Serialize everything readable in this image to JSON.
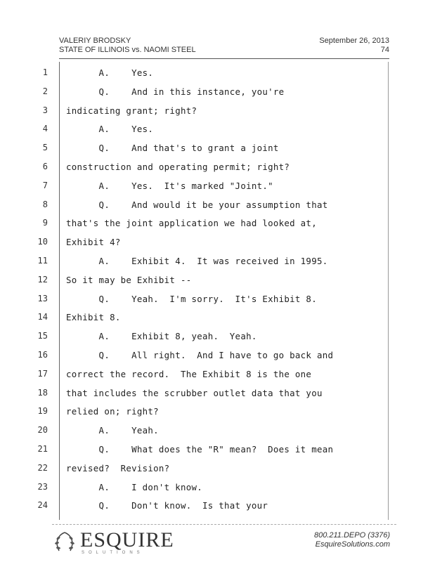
{
  "header": {
    "witness": "VALERIY BRODSKY",
    "case": "STATE OF ILLINOIS vs. NAOMI STEEL",
    "date": "September 26, 2013",
    "page": "74"
  },
  "lines": [
    {
      "num": "1",
      "text": "      A.    Yes."
    },
    {
      "num": "2",
      "text": "      Q.    And in this instance, you're"
    },
    {
      "num": "3",
      "text": "indicating grant; right?"
    },
    {
      "num": "4",
      "text": "      A.    Yes."
    },
    {
      "num": "5",
      "text": "      Q.    And that's to grant a joint"
    },
    {
      "num": "6",
      "text": "construction and operating permit; right?"
    },
    {
      "num": "7",
      "text": "      A.    Yes.  It's marked \"Joint.\""
    },
    {
      "num": "8",
      "text": "      Q.    And would it be your assumption that"
    },
    {
      "num": "9",
      "text": "that's the joint application we had looked at,"
    },
    {
      "num": "10",
      "text": "Exhibit 4?"
    },
    {
      "num": "11",
      "text": "      A.    Exhibit 4.  It was received in 1995."
    },
    {
      "num": "12",
      "text": "So it may be Exhibit --"
    },
    {
      "num": "13",
      "text": "      Q.    Yeah.  I'm sorry.  It's Exhibit 8."
    },
    {
      "num": "14",
      "text": "Exhibit 8."
    },
    {
      "num": "15",
      "text": "      A.    Exhibit 8, yeah.  Yeah."
    },
    {
      "num": "16",
      "text": "      Q.    All right.  And I have to go back and"
    },
    {
      "num": "17",
      "text": "correct the record.  The Exhibit 8 is the one"
    },
    {
      "num": "18",
      "text": "that includes the scrubber outlet data that you"
    },
    {
      "num": "19",
      "text": "relied on; right?"
    },
    {
      "num": "20",
      "text": "      A.    Yeah."
    },
    {
      "num": "21",
      "text": "      Q.    What does the \"R\" mean?  Does it mean"
    },
    {
      "num": "22",
      "text": "revised?  Revision?"
    },
    {
      "num": "23",
      "text": "      A.    I don't know."
    },
    {
      "num": "24",
      "text": "      Q.    Don't know.  Is that your"
    }
  ],
  "footer": {
    "logo": "ESQUIRE",
    "logo_sub": "SOLUTIONS",
    "phone": "800.211.DEPO (3376)",
    "website": "EsquireSolutions.com"
  }
}
